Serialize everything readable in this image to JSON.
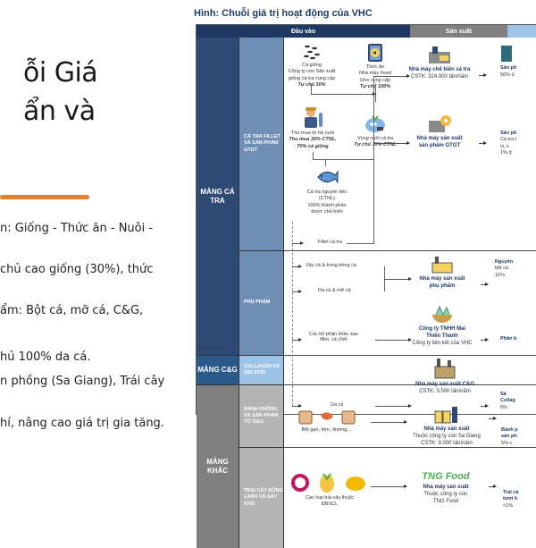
{
  "slide": {
    "title_lines": [
      "ỗi Giá",
      "ẩn và"
    ],
    "accent_color": "#ea7c34",
    "bullets": [
      "n: Giống - Thức ăn - Nuôi -",
      "chủ cao giống (30%), thức",
      "ẩm: Bột cá, mỡ cá, C&G,",
      "hủ 100% da cá.",
      "n phồng (Sa Giang), Trái cây",
      "hí, nâng cao giá trị gia tăng."
    ]
  },
  "figure": {
    "title": "Hình: Chuỗi giá trị hoạt động của VHC",
    "headers": {
      "input": "Đầu vào",
      "production": "Sản xuất",
      "output": ""
    },
    "segments": {
      "catra": "MẢNG CÁ TRA",
      "cg": "MẢNG C&G",
      "khac": "MẢNG KHÁC"
    },
    "subsegments": {
      "fillet": "CÁ TRA FILLET VÀ SẢN PHẨM GTGT",
      "phu": "PHỤ PHẨM",
      "collagen": "COLLAGEN VÀ GELATIN",
      "banh": "BÁNH PHỒNG VÀ SẢN PHẨM TỪ GẠO",
      "traicay": "TRÁI CÂY ĐÔNG LẠNH VÀ SẤY KHÔ"
    },
    "inputs": {
      "ca_giong": {
        "title": "Cá giống",
        "l1": "Công ty con Sản xuất",
        "l2": "giống cá tra cung cấp",
        "em": "Tự chủ 30%"
      },
      "thuc_an": {
        "title": "Thức ăn",
        "l1": "Nhà máy Feed",
        "l2": "One cung cấp",
        "em": "Tự chủ 100%"
      },
      "thu_mua": {
        "title": "Thu mua từ hộ nuôi",
        "em1": "Thu mua 30% CTNL,",
        "em2": "70% cá giống"
      },
      "vung_nuoi": {
        "title": "Vùng nuôi cá tra",
        "em": "Tự chủ 70% CTNL"
      },
      "nguyen_lieu": {
        "l1": "Cá tra nguyên liệu",
        "l2": "(CTNL)",
        "l3": "100% thành phần",
        "l4": "được chế biến"
      },
      "fillet": "Fillet cá tra",
      "vay": "Vây cá & bong bóng cá",
      "da_mo": "Da cá & mỡ cá",
      "bo_phan_1": "Các bộ phận khác sau",
      "bo_phan_2": "fillet, cá chết",
      "da_ca": "Da cá",
      "bot_gao": "Bột gạo, tôm, đường,...",
      "trai_cay_1": "Các loại trái cây thuộc",
      "trai_cay_2": "ĐBSCL"
    },
    "factories": {
      "che_bien": {
        "name": "Nhà máy chế biến cá tra",
        "cap": "CSTK: 324.000 tấn/năm"
      },
      "gtgt": {
        "name1": "Nhà máy sản xuất",
        "name2": "sản phẩm GTGT"
      },
      "phu_pham": {
        "name1": "Nhà máy sản xuất",
        "name2": "phụ phẩm"
      },
      "mai_thien_thanh": {
        "name1": "Công ty TNHH Mai",
        "name2": "Thiên Thanh",
        "sub": "Công ty liên kết của VHC"
      },
      "cg": {
        "name": "Nhà máy sản xuất C&G",
        "cap": "CSTK: 3.500 tấn/năm"
      },
      "sa_giang": {
        "name": "Nhà máy sản xuất",
        "sub1": "Thuộc công ty con Sa Giang",
        "sub2": "CSTK: 9.000 tấn/năm"
      },
      "tng": {
        "logo": "TNG Food",
        "name": "Nhà máy sản xuất",
        "sub1": "Thuộc công ty con",
        "sub2": "TNG Food"
      }
    },
    "outputs": {
      "o1": [
        "Sản ph",
        "56% d"
      ],
      "o2": [
        "Sản ph",
        "Cá tra t",
        "vị, x",
        "1% d"
      ],
      "o3": [
        "Nguyên",
        "bột cá",
        "15%"
      ],
      "o4": [
        "Phân b"
      ],
      "o5": [
        "Sả",
        "Collag",
        "6%"
      ],
      "o6": [
        "Bánh p",
        "sản ph",
        "5% c"
      ],
      "o7": [
        "Trái cả",
        "tươi h",
        "<1%"
      ]
    }
  }
}
